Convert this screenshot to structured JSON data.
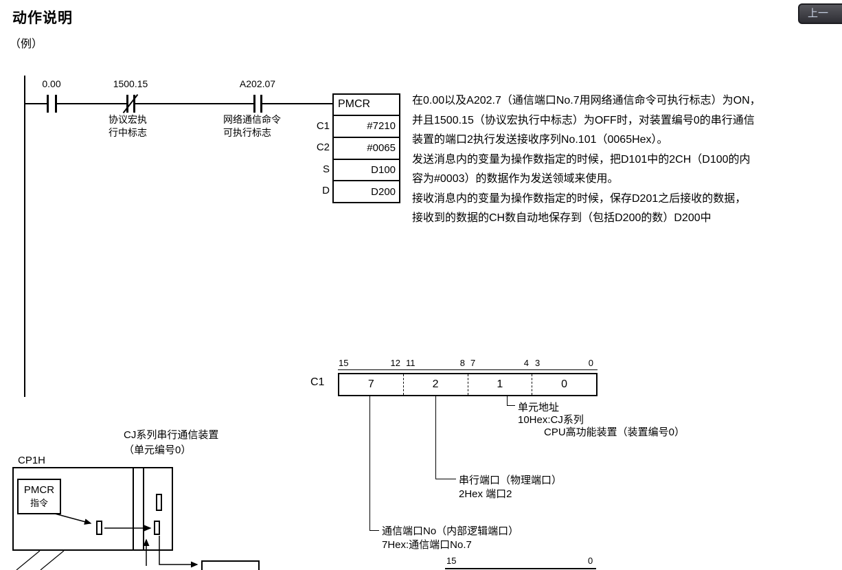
{
  "colors": {
    "ink": "#000000",
    "nav_button_bg": "#3c3c42",
    "nav_button_text": "#c7d0e2"
  },
  "header": {
    "title": "动作说明",
    "example_label": "（例）",
    "nav_button_label": "上一"
  },
  "ladder": {
    "contacts": [
      {
        "address": "0.00",
        "type": "normally-open"
      },
      {
        "address": "1500.15",
        "type": "normally-closed",
        "label_line1": "协议宏执",
        "label_line2": "行中标志"
      },
      {
        "address": "A202.07",
        "type": "normally-open",
        "label_line1": "网络通信命令",
        "label_line2": "可执行标志"
      }
    ],
    "instruction": {
      "name": "PMCR",
      "operands": [
        {
          "label": "C1",
          "value": "#7210"
        },
        {
          "label": "C2",
          "value": "#0065"
        },
        {
          "label": "S",
          "value": "D100"
        },
        {
          "label": "D",
          "value": "D200"
        }
      ]
    }
  },
  "description_lines": [
    "在0.00以及A202.7（通信端口No.7用网络通信命令可执行标志）为ON，",
    "并且1500.15（协议宏执行中标志）为OFF时，对装置编号0的串行通信",
    "装置的端口2执行发送接收序列No.101（0065Hex）。",
    "发送消息内的变量为操作数指定的时候，把D101中的2CH（D100的内",
    "容为#0003）的数据作为发送领域来使用。",
    "接收消息内的变量为操作数指定的时候，保存D201之后接收的数据，",
    "接收到的数据的CH数自动地保存到（包括D200的数）D200中"
  ],
  "c1_diagram": {
    "word_label": "C1",
    "bit_labels": [
      "15",
      "12",
      "11",
      "8",
      "7",
      "4",
      "3",
      "0"
    ],
    "nibble_values": [
      "7",
      "2",
      "1",
      "0"
    ],
    "callouts": [
      {
        "id": "unit-address",
        "lines": [
          "单元地址",
          "10Hex:CJ系列",
          "CPU高功能装置（装置编号0）"
        ]
      },
      {
        "id": "serial-port",
        "lines": [
          "串行端口（物理端口）",
          "2Hex 端口2"
        ]
      },
      {
        "id": "comm-port",
        "lines": [
          "通信端口No（内部逻辑端口）",
          "7Hex:通信端口No.7"
        ]
      }
    ]
  },
  "device_diagram": {
    "unit_label_line1": "CJ系列串行通信装置",
    "unit_label_line2": "（单元编号0）",
    "cpu_label": "CP1H",
    "instruction_doc_line1": "PMCR",
    "instruction_doc_line2": "指令"
  },
  "bottom_diagram": {
    "bit_labels": [
      "15",
      "0"
    ]
  }
}
